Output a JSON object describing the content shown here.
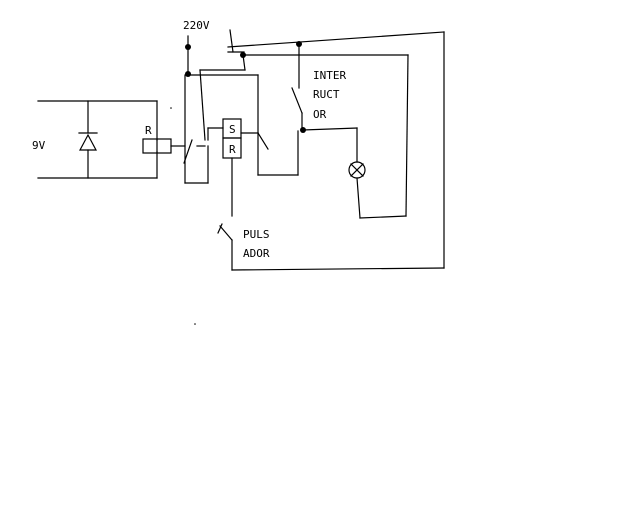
{
  "labels": {
    "supply_220": "220V",
    "supply_9": "9V",
    "relay_coil": "R",
    "latch_set": "S",
    "latch_reset": "R",
    "interruptor": [
      "INTER",
      "RUCT",
      "OR"
    ],
    "pulsador": [
      "PULS",
      "ADOR"
    ]
  },
  "colors": {
    "ink": "#000000",
    "paper": "#ffffff"
  }
}
